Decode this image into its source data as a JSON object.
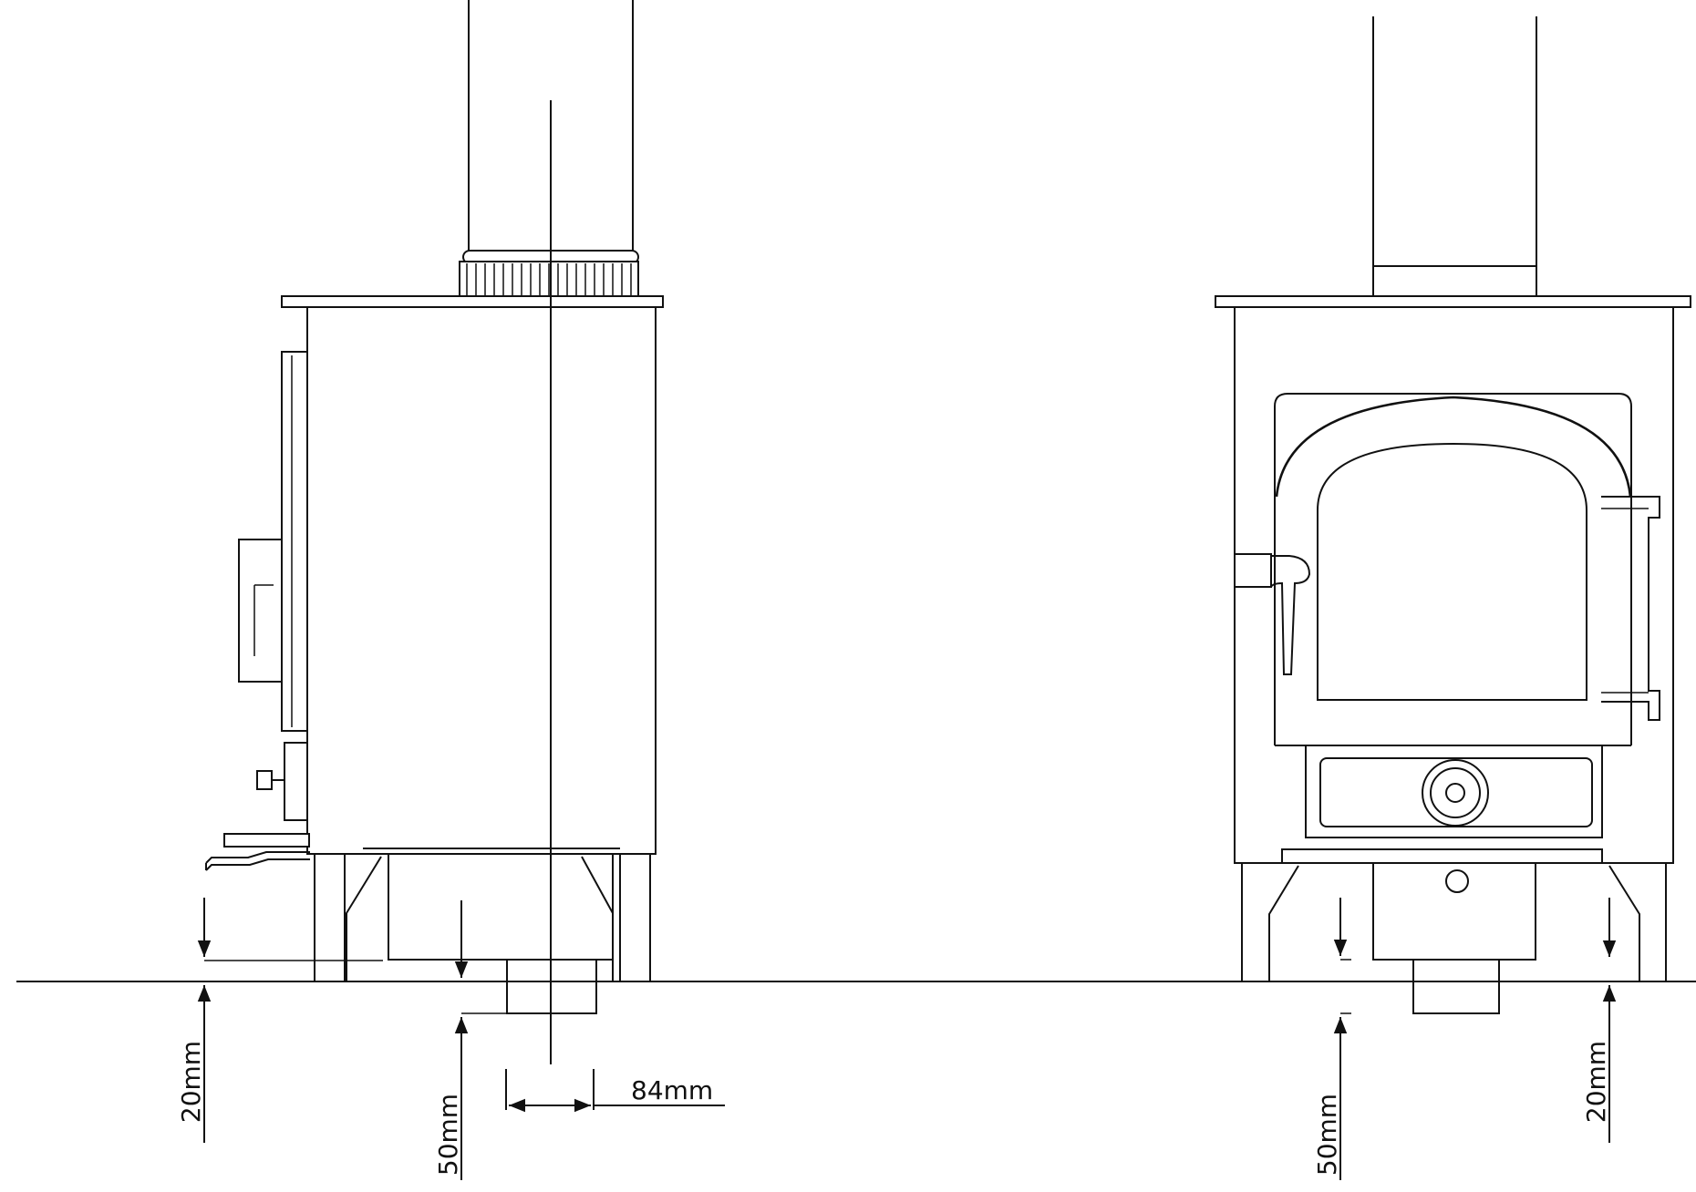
{
  "dimensions": {
    "side_floor_clearance": "20mm",
    "side_base_offset": "50mm",
    "side_flue_offset": "84mm",
    "front_base_offset": "50mm",
    "front_floor_clearance": "20mm"
  },
  "colors": {
    "line": "#111111",
    "paper": "#ffffff"
  }
}
